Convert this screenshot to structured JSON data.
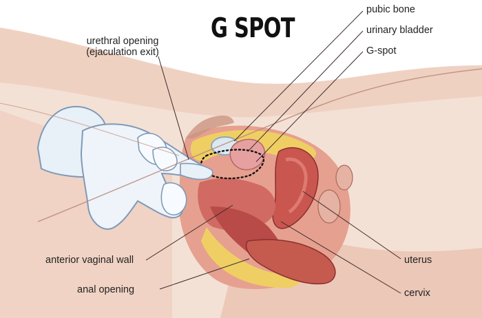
{
  "title": "G SPOT",
  "labels": {
    "pubic_bone": "pubic bone",
    "urinary_bladder": "urinary bladder",
    "g_spot": "G-spot",
    "urethral_opening_line1": "urethral opening",
    "urethral_opening_line2": "(ejaculation exit)",
    "anterior_vaginal_wall": "anterior vaginal wall",
    "anal_opening": "anal opening",
    "uterus": "uterus",
    "cervix": "cervix"
  },
  "colors": {
    "skin_light": "#f6e2d6",
    "skin_mid": "#e9b7a3",
    "skin_shadow": "#c98b78",
    "tissue_red": "#c9564f",
    "tissue_dark": "#9b3534",
    "fat_yellow": "#efcf63",
    "glove_blue": "#e8f0f8",
    "glove_outline": "#7f99b6",
    "leader_line": "#3a2a2a"
  }
}
